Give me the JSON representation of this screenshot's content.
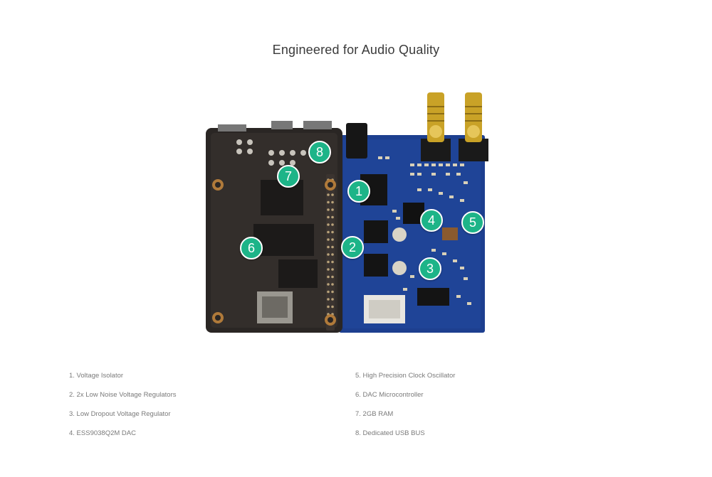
{
  "header": {
    "title": "Engineered for Audio Quality"
  },
  "colors": {
    "marker": "#1db488",
    "pcb_blue": "#1d3f8f",
    "pcb_black": "#2a2624",
    "gold": "#c9a227"
  },
  "markers": [
    {
      "label": "1"
    },
    {
      "label": "2"
    },
    {
      "label": "3"
    },
    {
      "label": "4"
    },
    {
      "label": "5"
    },
    {
      "label": "6"
    },
    {
      "label": "7"
    },
    {
      "label": "8"
    }
  ],
  "features_left": [
    "1. Voltage Isolator",
    "2. 2x Low Noise Voltage Regulators",
    "3. Low Dropout Voltage Regulator",
    "4. ESS9038Q2M DAC"
  ],
  "features_right": [
    "5. High Precision Clock Oscillator",
    "6. DAC Microcontroller",
    "7. 2GB RAM",
    "8. Dedicated USB BUS"
  ]
}
